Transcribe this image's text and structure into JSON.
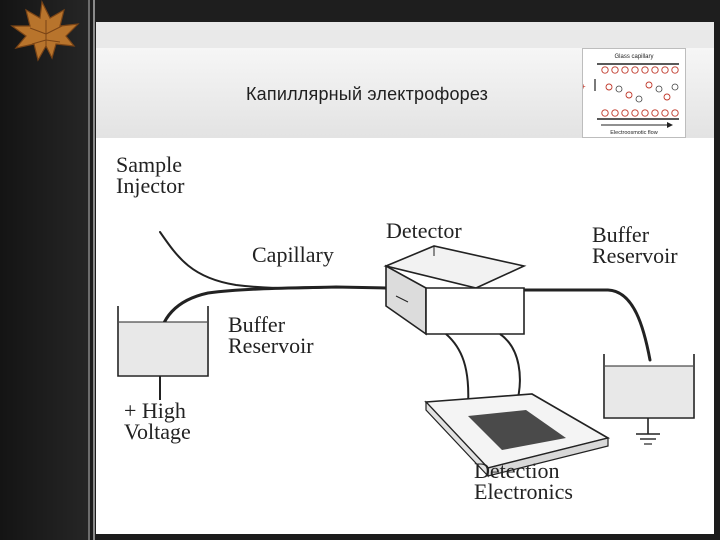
{
  "slide": {
    "title": "Капиллярный электрофорез"
  },
  "inset": {
    "caption_top": "Glass capillary",
    "caption_bottom": "Electroosmotic flow"
  },
  "diagram": {
    "sample_injector": "Sample\nInjector",
    "detector": "Detector",
    "buffer_reservoir_right": "Buffer\nReservoir",
    "capillary": "Capillary",
    "buffer_reservoir_left": "Buffer\nReservoir",
    "high_voltage": "+ High\nVoltage",
    "detection_electronics": "Detection\nElectronics"
  },
  "colors": {
    "background": "#1c1c1c",
    "slide": "#e9e9e9",
    "ink": "#222222",
    "charge_red": "#c0392b"
  }
}
